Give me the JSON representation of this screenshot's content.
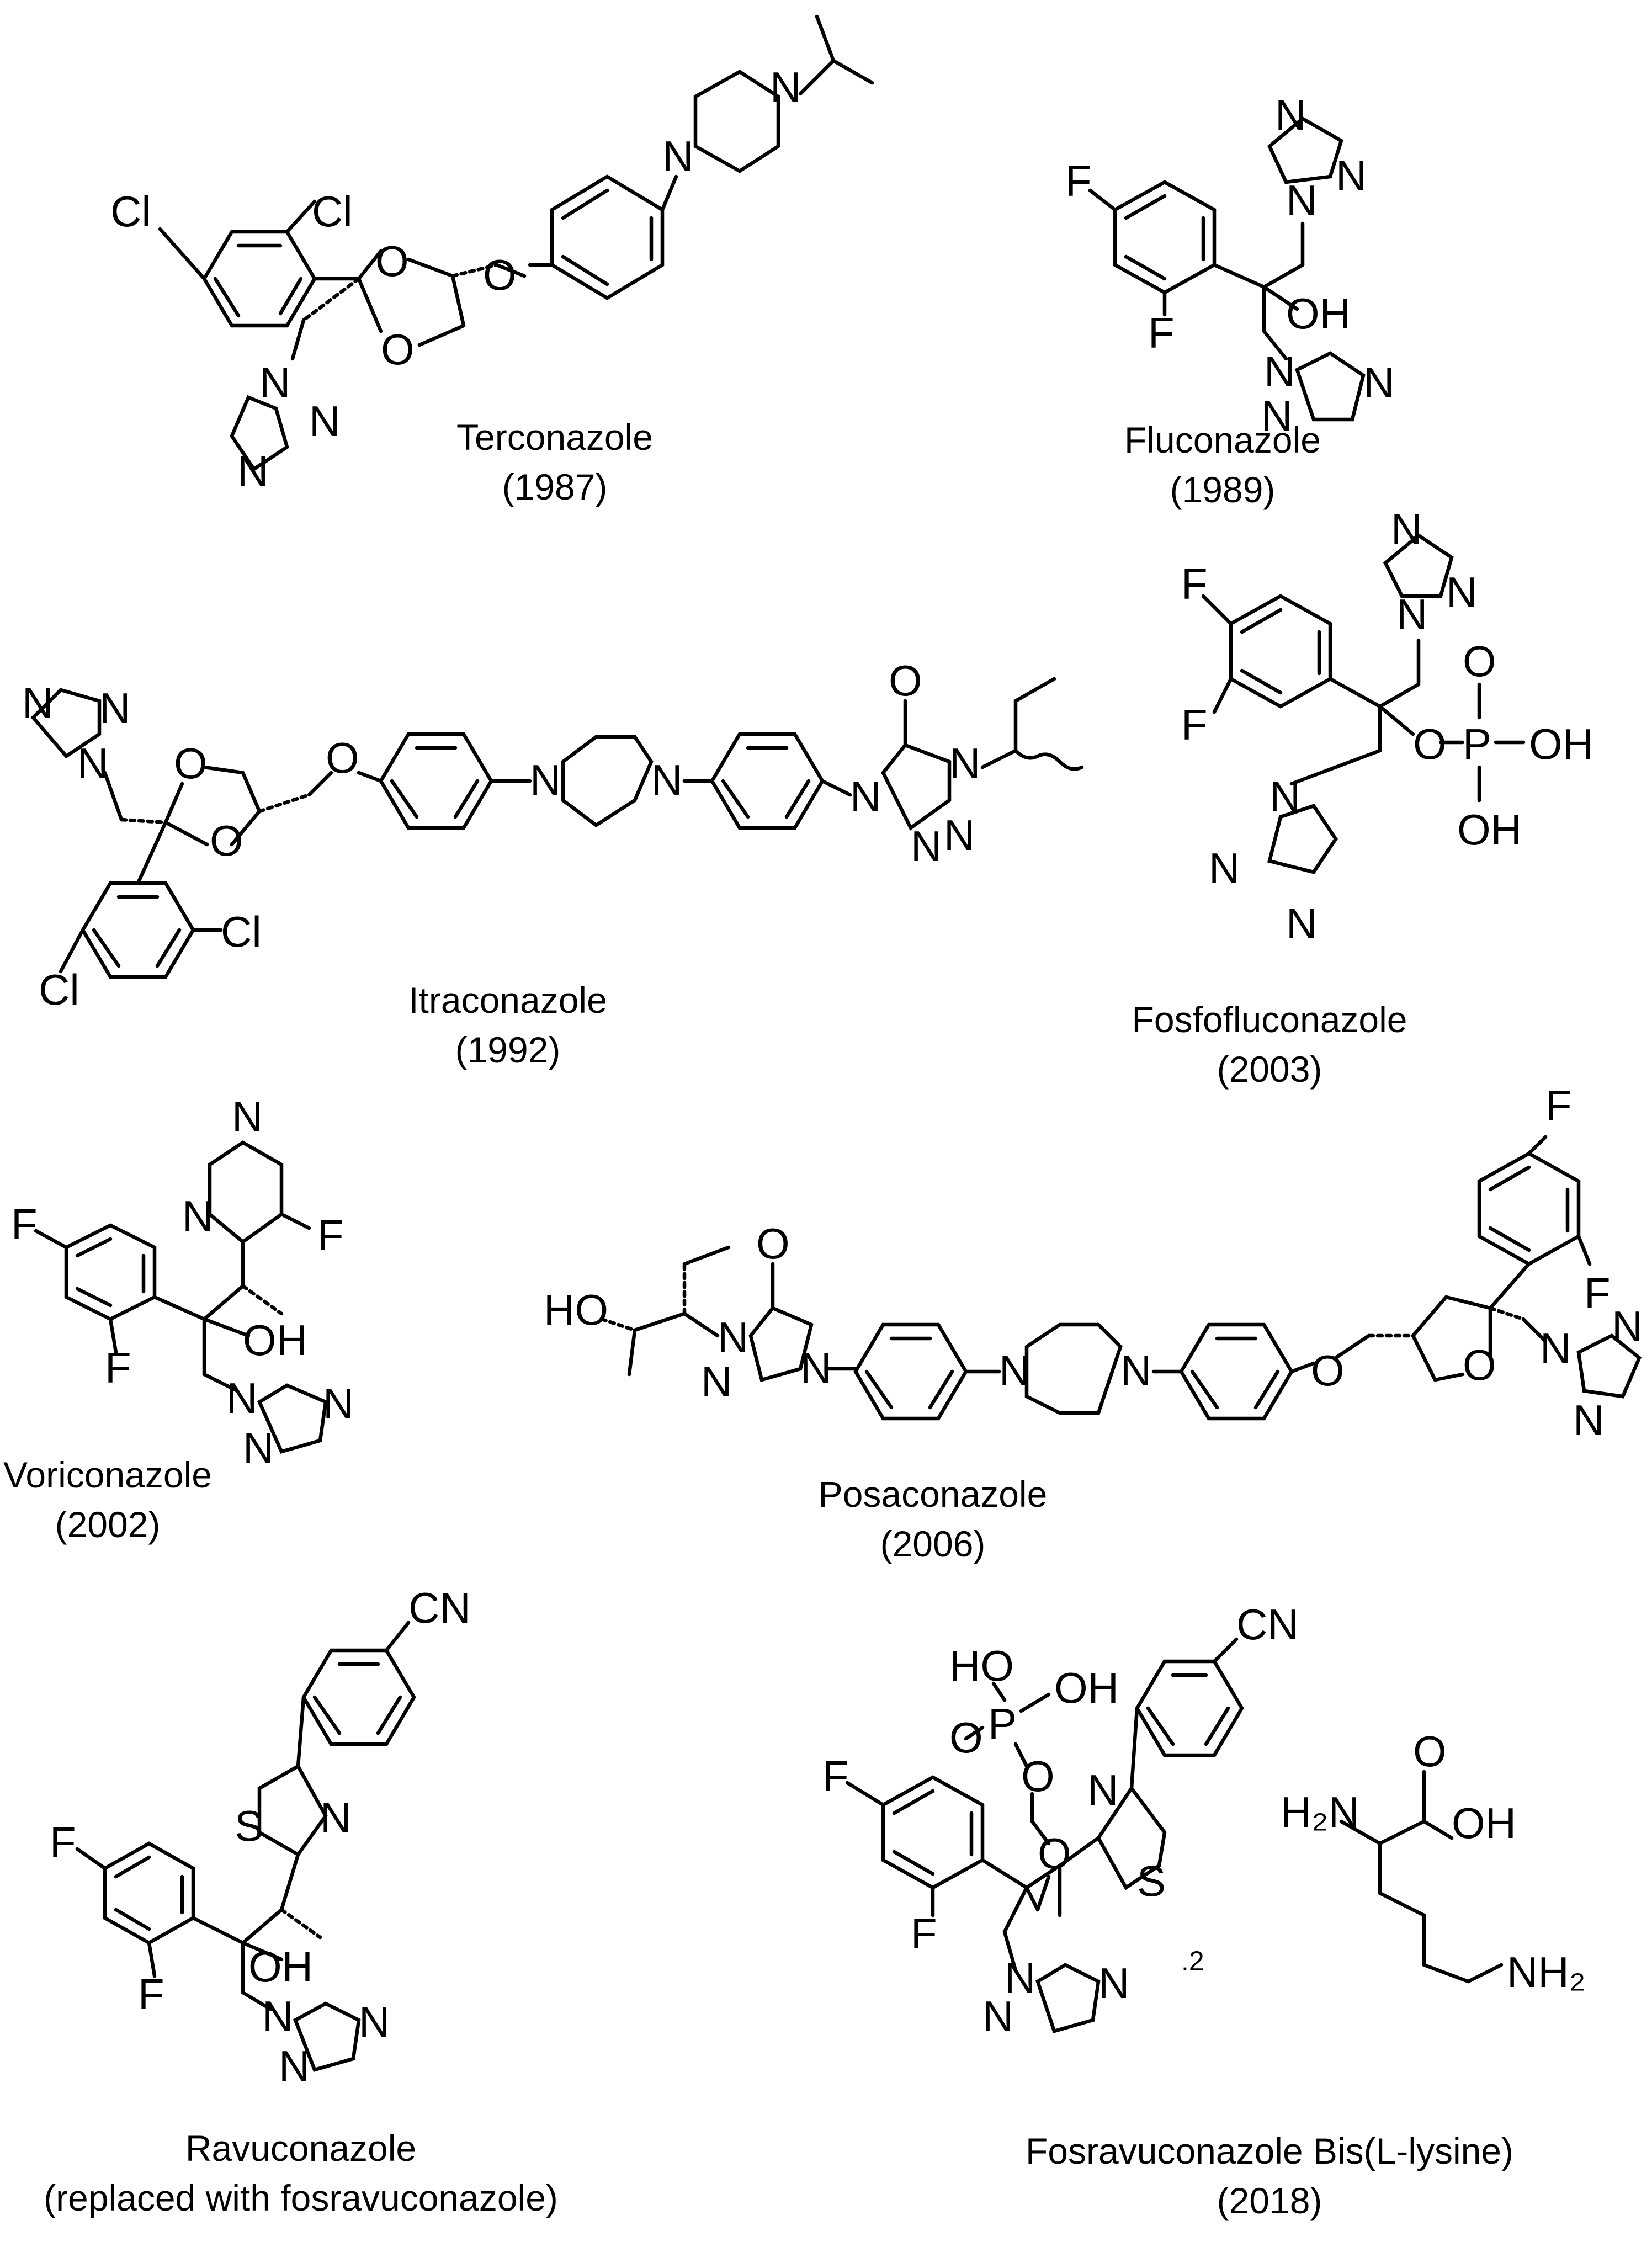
{
  "compounds": [
    {
      "name": "Terconazole",
      "year": "(1987)"
    },
    {
      "name": "Fluconazole",
      "year": "(1989)"
    },
    {
      "name": "Itraconazole",
      "year": "(1992)"
    },
    {
      "name": "Fosfofluconazole",
      "year": "(2003)"
    },
    {
      "name": "Voriconazole",
      "year": "(2002)"
    },
    {
      "name": "Posaconazole",
      "year": "(2006)"
    },
    {
      "name": "Ravuconazole",
      "year": "(replaced with fosravuconazole)"
    },
    {
      "name": "Fosravuconazole Bis(L-lysine)",
      "year": "(2018)"
    }
  ],
  "atoms": {
    "Cl": "Cl",
    "F": "F",
    "N": "N",
    "O": "O",
    "S": "S",
    "P": "P",
    "OH": "OH",
    "HO": "HO",
    "CN": "CN",
    "H2N": "H₂N",
    "NH2": "NH₂"
  },
  "stoichiometry": ".2"
}
